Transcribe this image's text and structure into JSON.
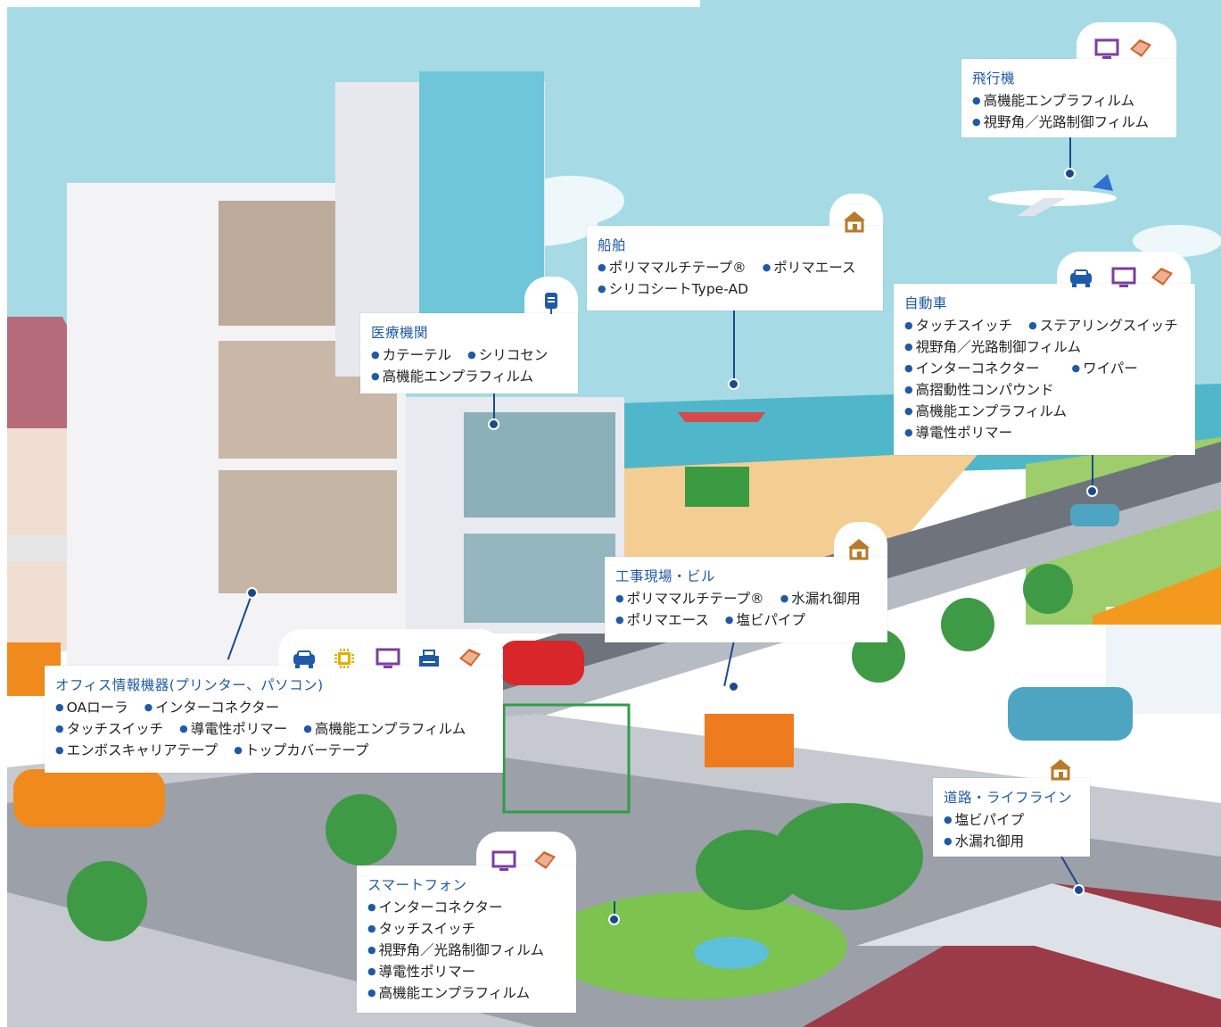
{
  "callouts": {
    "airplane": {
      "title": "飛行機",
      "rows": [
        [
          "高機能エンプラフィルム"
        ],
        [
          "視野角／光路制御フィルム"
        ]
      ]
    },
    "ship": {
      "title": "船舶",
      "rows": [
        [
          "ポリママルチテープ®",
          "ポリマエース"
        ],
        [
          "シリコシートType-AD"
        ]
      ]
    },
    "medical": {
      "title": "医療機関",
      "rows": [
        [
          "カテーテル",
          "シリコセン"
        ],
        [
          "高機能エンプラフィルム"
        ]
      ]
    },
    "automobile": {
      "title": "自動車",
      "rows": [
        [
          "タッチスイッチ",
          "ステアリングスイッチ"
        ],
        [
          "視野角／光路制御フィルム"
        ],
        [
          "インターコネクター",
          "ワイパー"
        ],
        [
          "高摺動性コンパウンド"
        ],
        [
          "高機能エンプラフィルム"
        ],
        [
          "導電性ポリマー"
        ]
      ]
    },
    "construction": {
      "title": "工事現場・ビル",
      "rows": [
        [
          "ポリママルチテープ®",
          "水漏れ御用"
        ],
        [
          "ポリマエース",
          "塩ビパイプ"
        ]
      ]
    },
    "office": {
      "title": "オフィス情報機器(プリンター、パソコン)",
      "rows": [
        [
          "OAローラ",
          "インターコネクター"
        ],
        [
          "タッチスイッチ",
          "導電性ポリマー",
          "高機能エンプラフィルム"
        ],
        [
          "エンボスキャリアテープ",
          "トップカバーテープ"
        ]
      ]
    },
    "road": {
      "title": "道路・ライフライン",
      "rows": [
        [
          "塩ビパイプ"
        ],
        [
          "水漏れ御用"
        ]
      ]
    },
    "smartphone": {
      "title": "スマートフォン",
      "rows": [
        [
          "インターコネクター"
        ],
        [
          "タッチスイッチ"
        ],
        [
          "視野角／光路制御フィルム"
        ],
        [
          "導電性ポリマー"
        ],
        [
          "高機能エンプラフィルム"
        ]
      ]
    }
  },
  "icons": {
    "airplane": [
      "monitor-icon",
      "film-roll-icon"
    ],
    "ship": [
      "house-icon"
    ],
    "medical": [
      "iv-bag-icon"
    ],
    "automobile": [
      "car-icon",
      "monitor-icon",
      "film-roll-icon"
    ],
    "construction": [
      "house-icon"
    ],
    "office": [
      "car-icon",
      "chip-icon",
      "monitor-icon",
      "printer-icon",
      "film-roll-icon"
    ],
    "road": [
      "house-icon"
    ],
    "smartphone": [
      "monitor-icon",
      "film-roll-icon"
    ]
  },
  "colors": {
    "accent": "#1f5aa8",
    "pin": "#1a4a8a",
    "icon_car": "#1f5aa8",
    "icon_monitor": "#7b3fa0",
    "icon_film": "#d4632a",
    "icon_house": "#b87a2a",
    "icon_chip": "#e0b000",
    "sky": "#a6dbe6",
    "sea": "#4fb7c9",
    "sand": "#f4cd92",
    "road": "#8c8f96"
  }
}
